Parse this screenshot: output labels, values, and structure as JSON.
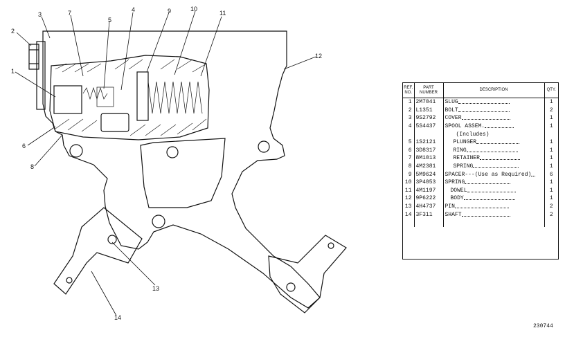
{
  "callouts": [
    "1",
    "2",
    "3",
    "4",
    "5",
    "6",
    "7",
    "8",
    "9",
    "10",
    "11",
    "12",
    "13",
    "14"
  ],
  "table": {
    "headers": [
      "REF. NO.",
      "PART NUMBER",
      "DESCRIPTION",
      "QTY."
    ],
    "rows": [
      {
        "ref": "1",
        "part": "2M7041",
        "desc": "SLUG",
        "qty": "1"
      },
      {
        "ref": "2",
        "part": "L1351",
        "desc": "BOLT",
        "qty": "2"
      },
      {
        "ref": "3",
        "part": "9S2792",
        "desc": "COVER",
        "qty": "1"
      },
      {
        "ref": "4",
        "part": "5S4437",
        "desc": "SPOOL ASSEM.",
        "qty": "1"
      },
      {
        "ref": "",
        "part": "",
        "desc": "(Includes)",
        "qty": ""
      },
      {
        "ref": "5",
        "part": "1S2121",
        "desc": "PLUNGER",
        "qty": "1"
      },
      {
        "ref": "6",
        "part": "3D8317",
        "desc": "RING",
        "qty": "1"
      },
      {
        "ref": "7",
        "part": "8M1013",
        "desc": "RETAINER",
        "qty": "1"
      },
      {
        "ref": "8",
        "part": "4M2381",
        "desc": "SPRING",
        "qty": "1"
      },
      {
        "ref": "9",
        "part": "5M9624",
        "desc": "SPACER---(Use as Required)",
        "qty": "6"
      },
      {
        "ref": "10",
        "part": "3P4053",
        "desc": "SPRING",
        "qty": "1"
      },
      {
        "ref": "11",
        "part": "4M1197",
        "desc": "DOWEL",
        "qty": "1"
      },
      {
        "ref": "12",
        "part": "9P6222",
        "desc": "BODY",
        "qty": "1"
      },
      {
        "ref": "13",
        "part": "4H4737",
        "desc": "PIN",
        "qty": "2"
      },
      {
        "ref": "14",
        "part": "3F311",
        "desc": "SHAFT",
        "qty": "2"
      }
    ]
  },
  "figure_number": "230744"
}
